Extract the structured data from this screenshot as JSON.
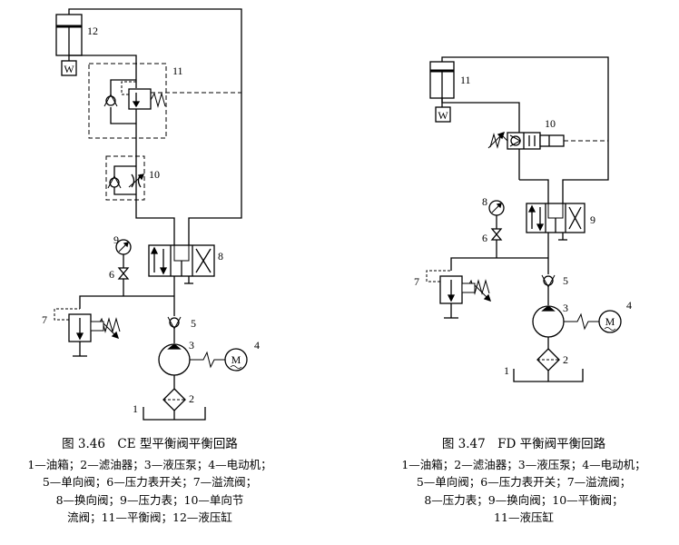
{
  "figures": [
    {
      "title": "图 3.46　CE 型平衡阀平衡回路",
      "legend_lines": [
        "1—油箱；2—滤油器；3—液压泵；4—电动机；",
        "5—单向阀；6—压力表开关；7—溢流阀；",
        "8—换向阀；9—压力表；10—单向节",
        "流阀；11—平衡阀；12—液压缸"
      ],
      "component_labels": [
        "1",
        "2",
        "3",
        "4",
        "5",
        "6",
        "7",
        "8",
        "9",
        "10",
        "11",
        "12"
      ],
      "weight_label": "W",
      "motor_label": "M"
    },
    {
      "title": "图 3.47　FD 平衡阀平衡回路",
      "legend_lines": [
        "1—油箱；2—滤油器；3—液压泵；4—电动机；",
        "5—单向阀；6—压力表开关；7—溢流阀；",
        "8—压力表；9—换向阀；10—平衡阀；",
        "11—液压缸"
      ],
      "component_labels": [
        "1",
        "2",
        "3",
        "4",
        "5",
        "6",
        "7",
        "8",
        "9",
        "10",
        "11"
      ],
      "weight_label": "W",
      "motor_label": "M"
    }
  ]
}
